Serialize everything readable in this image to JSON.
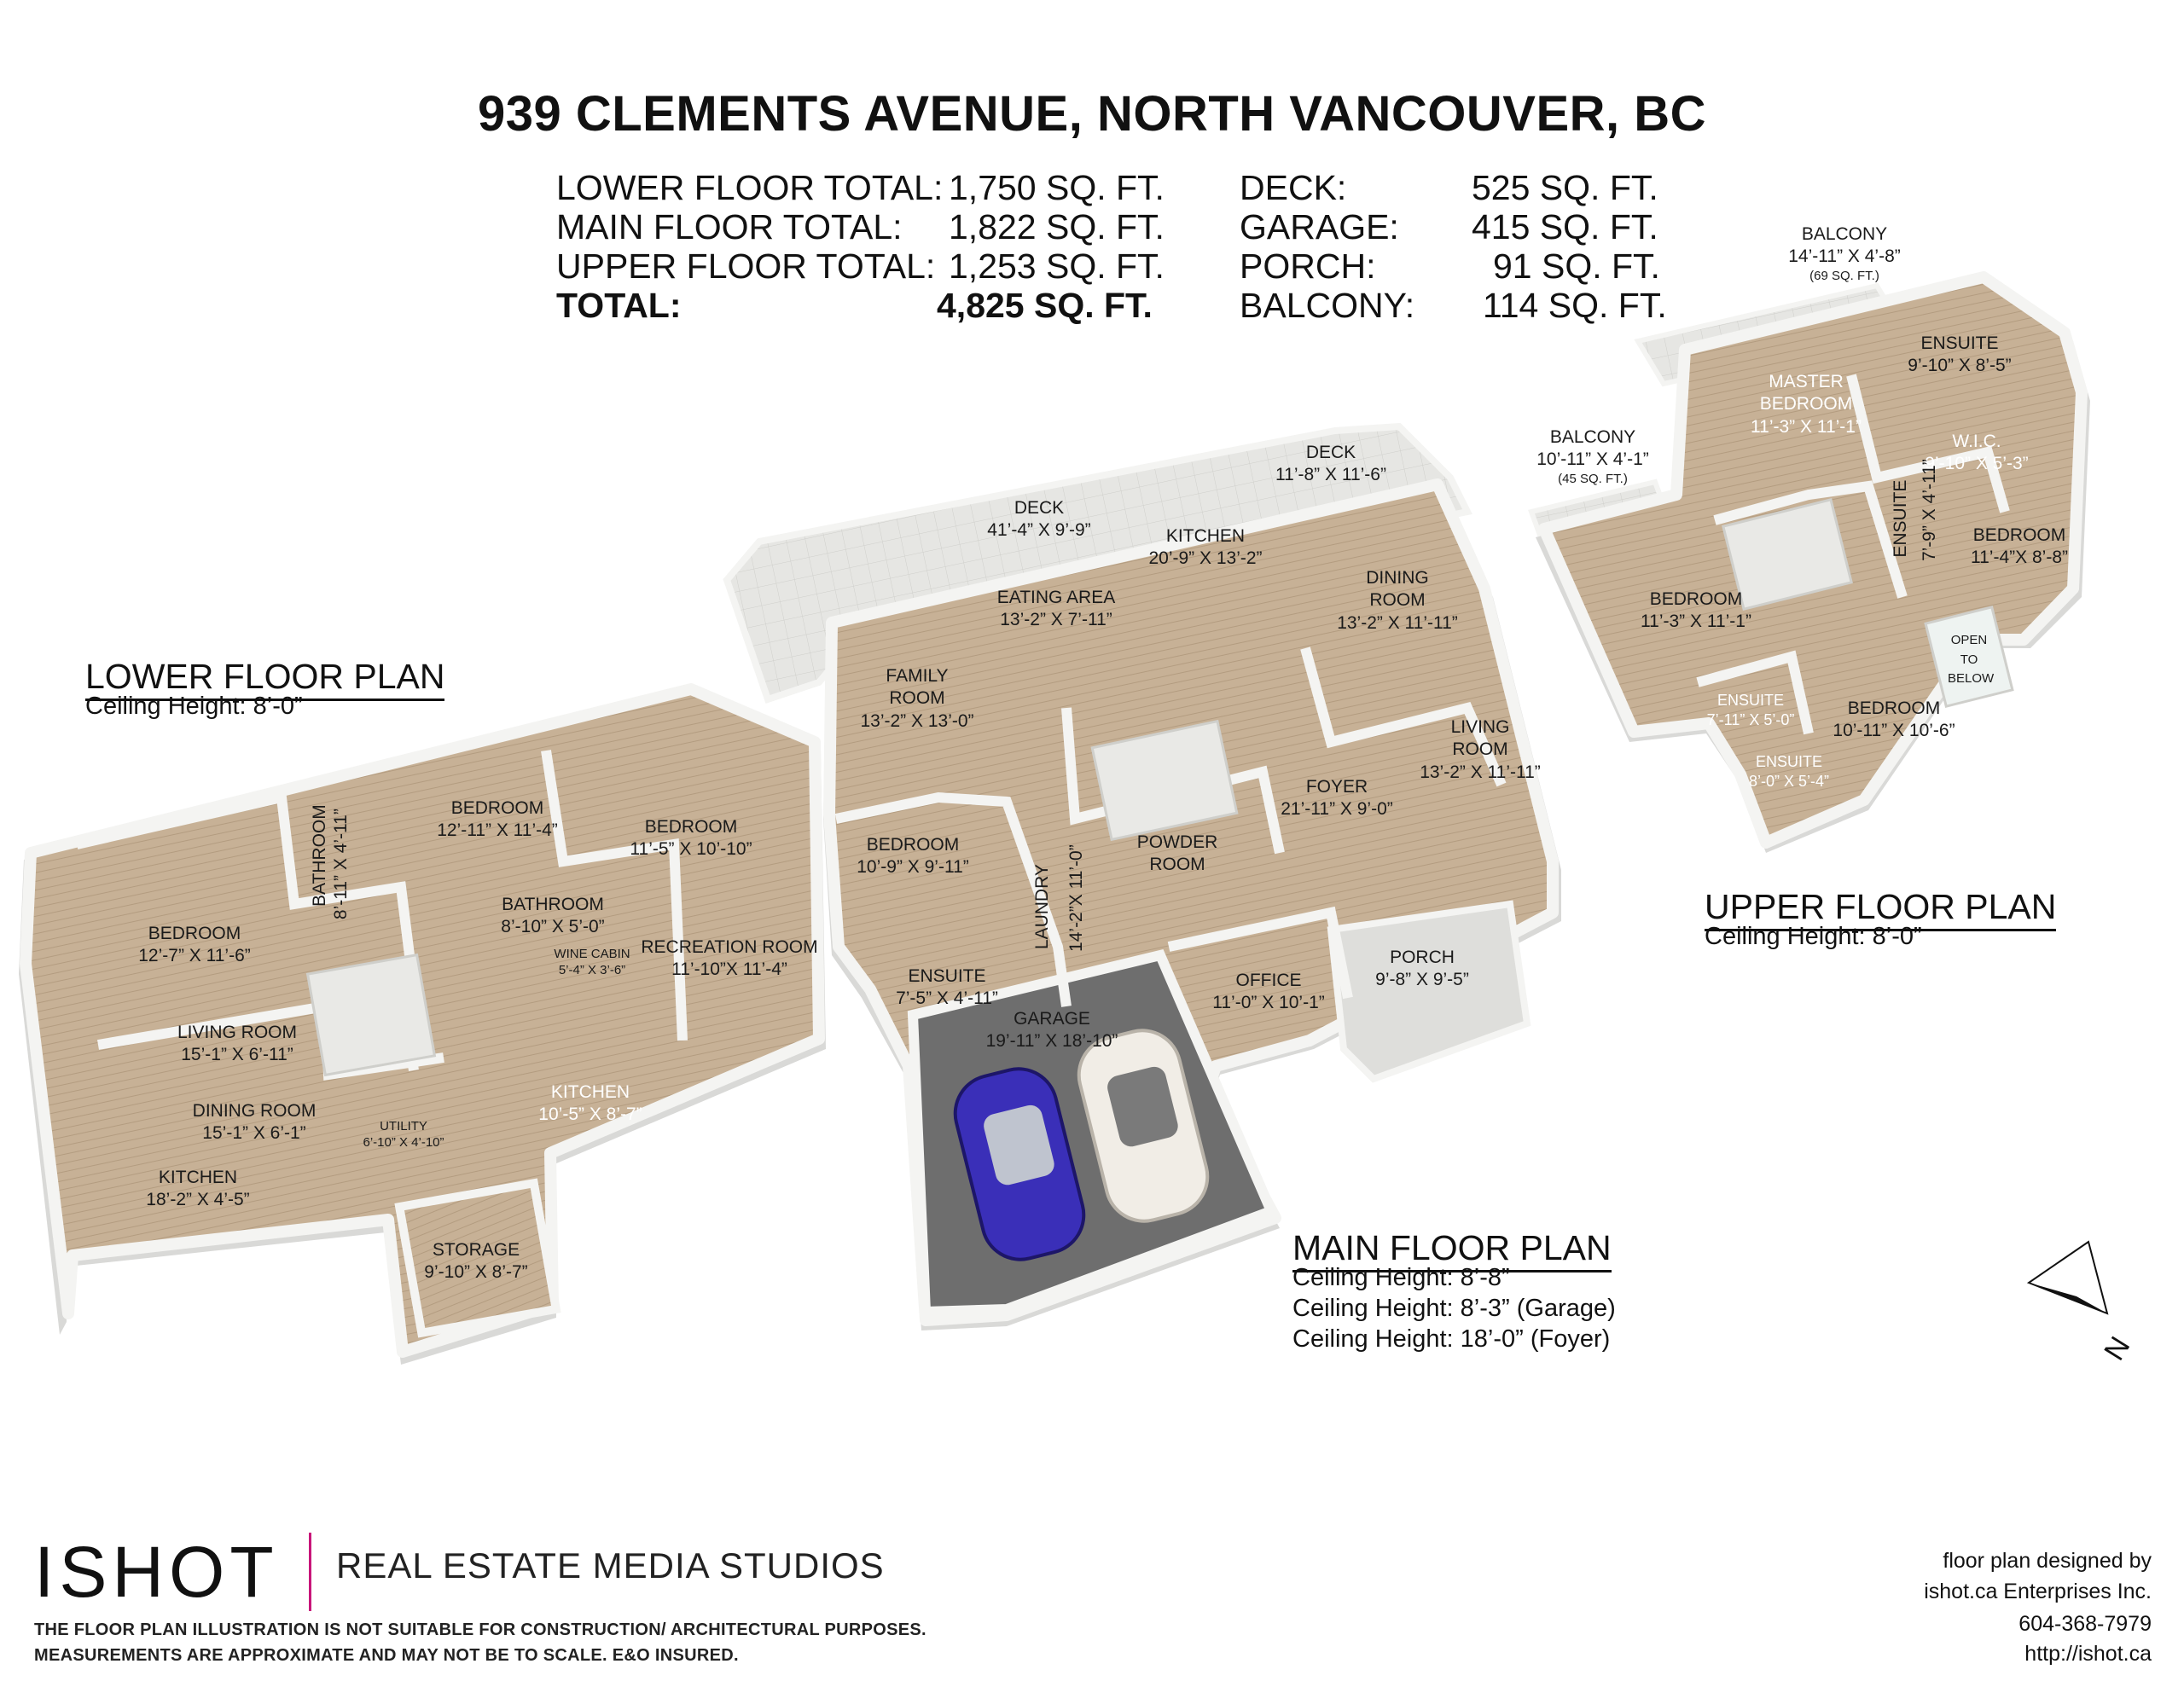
{
  "title": "939 CLEMENTS AVENUE, NORTH VANCOUVER, BC",
  "totals": {
    "lower_label": "LOWER FLOOR TOTAL:",
    "lower_value": "1,750 SQ. FT.",
    "main_label": "MAIN FLOOR TOTAL:",
    "main_value": "1,822 SQ. FT.",
    "upper_label": "UPPER FLOOR TOTAL:",
    "upper_value": "1,253 SQ. FT.",
    "total_label": "TOTAL:",
    "total_value": "4,825 SQ. FT.",
    "deck_label": "DECK:",
    "deck_value": "525 SQ. FT.",
    "garage_label": "GARAGE:",
    "garage_value": "415 SQ. FT.",
    "porch_label": "PORCH:",
    "porch_value": "91 SQ. FT.",
    "balcony_label": "BALCONY:",
    "balcony_value": "114 SQ. FT."
  },
  "lower_floor": {
    "title": "LOWER FLOOR PLAN",
    "ceiling": "Ceiling Height: 8’-0”",
    "rooms": [
      {
        "name": "BEDROOM",
        "dim": "12’-7” X 11’-6”"
      },
      {
        "name": "BATHROOM",
        "dim": "8’-11” X 4’-11”"
      },
      {
        "name": "BEDROOM",
        "dim": "12’-11” X 11’-4”"
      },
      {
        "name": "BEDROOM",
        "dim": "11’-5” X 10’-10”"
      },
      {
        "name": "BATHROOM",
        "dim": "8’-10” X 5’-0”"
      },
      {
        "name": "WINE CABIN",
        "dim": "5’-4” X 3’-6”"
      },
      {
        "name": "RECREATION ROOM",
        "dim": "11’-10”X 11’-4”"
      },
      {
        "name": "LIVING ROOM",
        "dim": "15’-1” X 6’-11”"
      },
      {
        "name": "DINING ROOM",
        "dim": "15’-1” X 6’-1”"
      },
      {
        "name": "KITCHEN",
        "dim": "18’-2” X 4’-5”"
      },
      {
        "name": "UTILITY",
        "dim": "6’-10” X 4’-10”"
      },
      {
        "name": "KITCHEN",
        "dim": "10’-5” X 8’-7”"
      },
      {
        "name": "STORAGE",
        "dim": "9’-10” X 8’-7”"
      }
    ]
  },
  "main_floor": {
    "title": "MAIN FLOOR PLAN",
    "ceilings": [
      "Ceiling Height: 8’-8”",
      "Ceiling Height: 8’-3” (Garage)",
      "Ceiling Height: 18’-0” (Foyer)"
    ],
    "rooms": [
      {
        "name": "DECK",
        "dim": "41’-4” X 9’-9”"
      },
      {
        "name": "DECK",
        "dim": "11’-8” X 11’-6”"
      },
      {
        "name": "KITCHEN",
        "dim": "20’-9” X 13’-2”"
      },
      {
        "name": "EATING AREA",
        "dim": "13’-2” X 7’-11”"
      },
      {
        "name": "DINING ROOM",
        "dim": "13’-2” X 11’-11”"
      },
      {
        "name": "FAMILY ROOM",
        "dim": "13’-2” X 13’-0”"
      },
      {
        "name": "LIVING ROOM",
        "dim": "13’-2” X 11’-11”"
      },
      {
        "name": "FOYER",
        "dim": "21’-11” X 9’-0”"
      },
      {
        "name": "BEDROOM",
        "dim": "10’-9” X 9’-11”"
      },
      {
        "name": "LAUNDRY",
        "dim": "14’-2”X 11’-0”"
      },
      {
        "name": "POWDER ROOM",
        "dim": ""
      },
      {
        "name": "ENSUITE",
        "dim": "7’-5” X 4’-11”"
      },
      {
        "name": "OFFICE",
        "dim": "11’-0” X 10’-1”"
      },
      {
        "name": "PORCH",
        "dim": "9’-8” X 9’-5”"
      },
      {
        "name": "GARAGE",
        "dim": "19’-11” X 18’-10”"
      }
    ]
  },
  "upper_floor": {
    "title": "UPPER FLOOR PLAN",
    "ceiling": "Ceiling Height: 8’-0”",
    "rooms": [
      {
        "name": "BALCONY",
        "dim": "14’-11” X 4’-8”",
        "area": "(69 SQ. FT.)"
      },
      {
        "name": "ENSUITE",
        "dim": "9’-10” X 8’-5”"
      },
      {
        "name": "MASTER BEDROOM",
        "dim": "11’-3” X 11’-1”"
      },
      {
        "name": "W.I.C.",
        "dim": "9’-10” X 5’-3”"
      },
      {
        "name": "BALCONY",
        "dim": "10’-11” X 4’-1”",
        "area": "(45 SQ. FT.)"
      },
      {
        "name": "ENSUITE",
        "dim": "7’-9” X 4’-11”"
      },
      {
        "name": "BEDROOM",
        "dim": "11’-4”X 8’-8”"
      },
      {
        "name": "BEDROOM",
        "dim": "11’-3” X 11’-1”"
      },
      {
        "name": "OPEN TO BELOW",
        "dim": ""
      },
      {
        "name": "ENSUITE",
        "dim": "7’-11” X 5’-0”"
      },
      {
        "name": "BEDROOM",
        "dim": "10’-11” X 10’-6”"
      },
      {
        "name": "ENSUITE",
        "dim": "8’-0” X 5’-4”"
      }
    ]
  },
  "compass": {
    "label": "N"
  },
  "footer": {
    "logo": "ISHOT",
    "logo_sub": "REAL ESTATE MEDIA STUDIOS",
    "disclaimer_1": "THE FLOOR PLAN ILLUSTRATION IS NOT SUITABLE FOR CONSTRUCTION/ ARCHITECTURAL PURPOSES.",
    "disclaimer_2": "MEASUREMENTS ARE APPROXIMATE AND MAY NOT BE TO SCALE. E&O INSURED.",
    "credit_1": "floor plan designed by",
    "credit_2": "ishot.ca Enterprises Inc.",
    "credit_3": "604-368-7979",
    "credit_4": "http://ishot.ca"
  },
  "colors": {
    "floor": "#c9b398",
    "wall": "#f4f4f2",
    "wall_shade": "#d8d8d6",
    "garage": "#6e6e6e",
    "accent": "#c8157a"
  }
}
